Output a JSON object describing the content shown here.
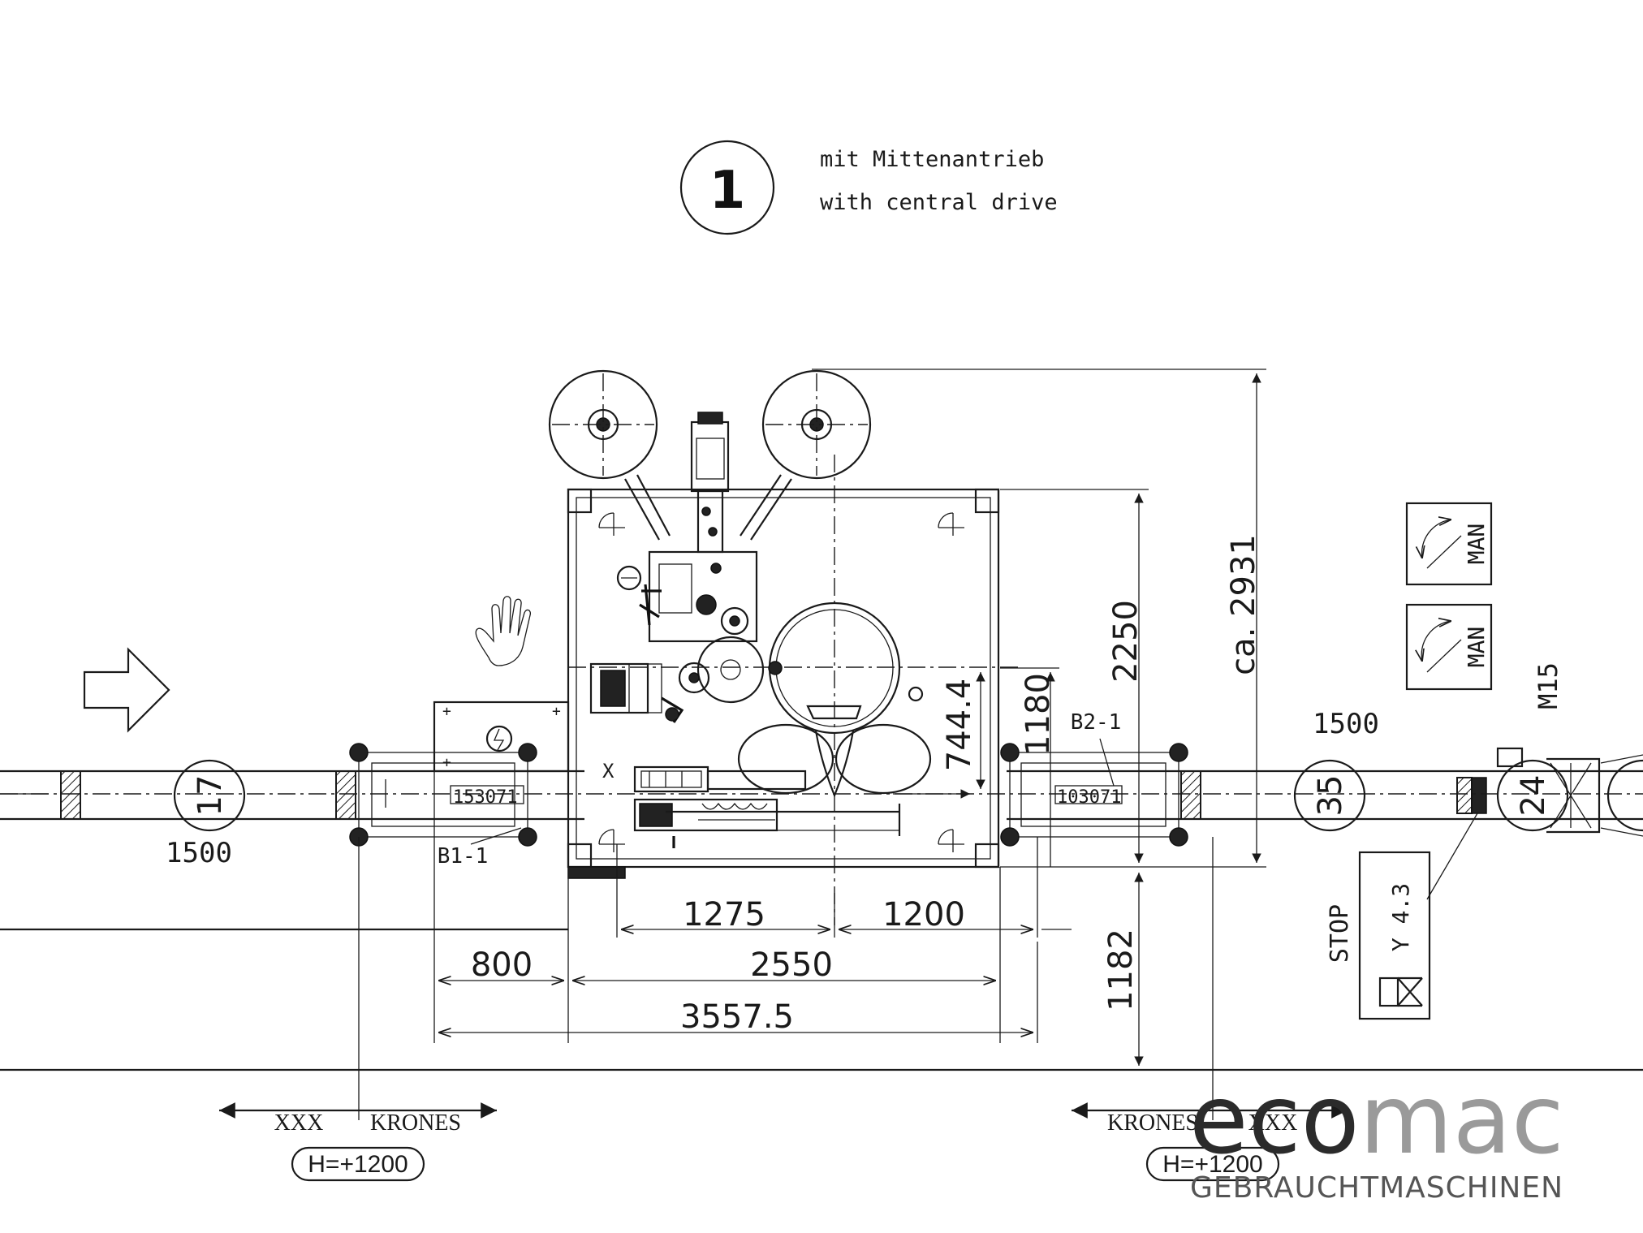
{
  "title_marker": {
    "number": "1"
  },
  "description": {
    "german": "mit Mittenantrieb",
    "english": "with central drive"
  },
  "dimensions": {
    "height_total": "ca. 2931",
    "height_frame": "2250",
    "height_inner": "1180",
    "offset_744": "744.4",
    "height_lower": "1182",
    "width_left_seg": "1275",
    "width_right_seg": "1200",
    "width_infeed": "800",
    "width_machine": "2550",
    "width_total": "3557.5",
    "conveyor_left": "1500",
    "conveyor_right": "1500"
  },
  "conveyors": {
    "left_speed": "17",
    "right_speed": "35",
    "far_right_speed": "24",
    "motor_label": "M15"
  },
  "sensors": {
    "b1_label": "B1-1",
    "b1_code": "153071",
    "b2_label": "B2-1",
    "b2_code": "103071"
  },
  "panels": {
    "man_label": "MAN",
    "stop_label": "STOP",
    "stop_code": "Y 4.3"
  },
  "marker_x": "X",
  "interfaces": {
    "left": {
      "from": "XXX",
      "to": "KRONES",
      "height": "H=+1200"
    },
    "right": {
      "from": "KRONES",
      "to": "XXX",
      "height": "H=+1200"
    }
  },
  "watermark": {
    "brand_part1": "eco",
    "brand_part2": "mac",
    "tagline": "GEBRAUCHTMASCHINEN"
  },
  "colors": {
    "line": "#1a1a1a",
    "logo_dark": "#2b2b2b",
    "logo_light": "#9a9a9a"
  }
}
